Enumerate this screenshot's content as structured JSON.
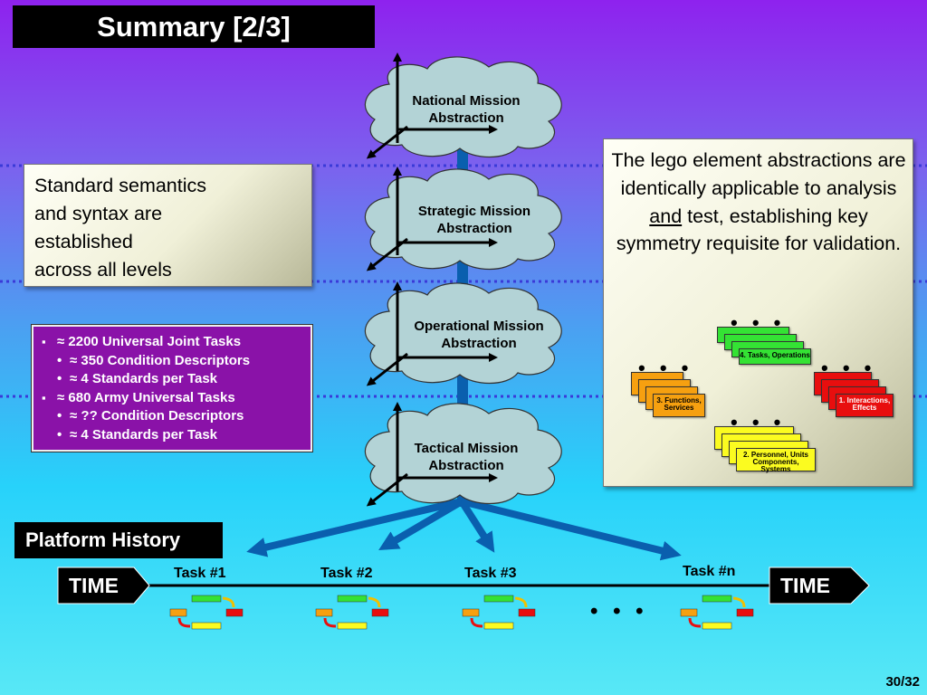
{
  "title": "Summary [2/3]",
  "left_note": {
    "lines": [
      "Standard semantics",
      "and syntax are",
      "established",
      "across all levels"
    ]
  },
  "right_note": {
    "text_before": "The lego element abstractions are identically applicable to analysis ",
    "text_underlined": "and",
    "text_after": " test, establishing key symmetry requisite for validation."
  },
  "tasks_box": {
    "items": [
      {
        "level": 1,
        "text": "≈ 2200 Universal Joint Tasks"
      },
      {
        "level": 2,
        "text": "≈ 350 Condition Descriptors"
      },
      {
        "level": 2,
        "text": "≈ 4 Standards per Task"
      },
      {
        "level": 1,
        "text": "≈ 680 Army Universal Tasks"
      },
      {
        "level": 2,
        "text": "≈ ?? Condition Descriptors"
      },
      {
        "level": 2,
        "text": "≈ 4 Standards per Task"
      }
    ]
  },
  "clouds": [
    {
      "line1": "National Mission",
      "line2": "Abstraction"
    },
    {
      "line1": "Strategic Mission",
      "line2": "Abstraction"
    },
    {
      "line1": "Operational Mission",
      "line2": "Abstraction"
    },
    {
      "line1": "Tactical Mission",
      "line2": "Abstraction"
    }
  ],
  "platform_history": "Platform History",
  "time_left": "TIME",
  "time_right": "TIME",
  "tasks": [
    "Task #1",
    "Task #2",
    "Task #3",
    "Task #n"
  ],
  "timeline_ellipsis": "• • •",
  "lego_stacks": {
    "green": {
      "top": "4. Tasks, Operations",
      "ellipsis": "• • •"
    },
    "orange": {
      "top": "3. Functions,",
      "bottom": "Services",
      "ellipsis": "• • •"
    },
    "red": {
      "top": "1. Interactions,",
      "bottom": "Effects",
      "ellipsis": "• • •"
    },
    "yellow": {
      "top": "2. Personnel, Units",
      "bottom": "Components, Systems",
      "ellipsis": "• • •"
    }
  },
  "page_number": "30/32",
  "colors": {
    "title_bg": "#000000",
    "tasks_box_bg": "#8a12a8",
    "arrow_blue": "#0a5fae",
    "dotted_line": "#3a3ad8",
    "cloud_fill": "#b3d3d6",
    "lego_green": "#34e234",
    "lego_orange": "#f6a010",
    "lego_red": "#e80e0e",
    "lego_yellow": "#fbfb20"
  }
}
